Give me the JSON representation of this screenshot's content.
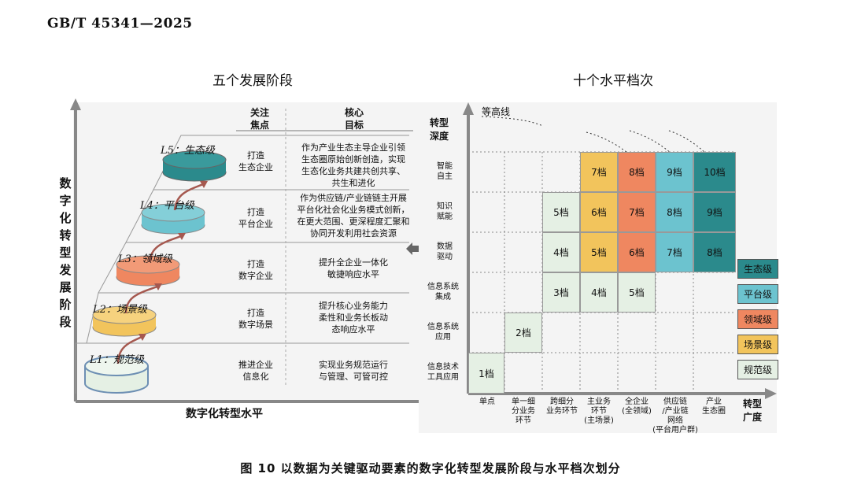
{
  "header": "GB/T 45341—2025",
  "left": {
    "title": "五个发展阶段",
    "y_axis_label": "数字化转型发展阶段",
    "x_axis_label": "数字化转型水平",
    "col_focus": "关注\n焦点",
    "col_goal": "核心\n目标",
    "levels": [
      {
        "name": "L5：生态级",
        "focus": "打造\n生态企业",
        "goal": "作为产业生态主导企业引领\n生态圈原始创新创造，实现\n生态化业务共建共创共享、\n共生和进化",
        "color": "#2b8a8c"
      },
      {
        "name": "L4：平台级",
        "focus": "打造\n平台企业",
        "goal": "作为供应链/产业链链主开展\n平台化社会化业务模式创新，\n在更大范围、更深程度汇聚和\n协同开发利用社会资源",
        "color": "#6cc3cf"
      },
      {
        "name": "L3：领域级",
        "focus": "打造\n数字企业",
        "goal": "提升全企业一体化\n敏捷响应水平",
        "color": "#ef8760"
      },
      {
        "name": "L2：场景级",
        "focus": "打造\n数字场景",
        "goal": "提升核心业务能力\n柔性和业务长板动\n态响应水平",
        "color": "#f2c45c"
      },
      {
        "name": "L1：规范级",
        "focus": "推进企业\n信息化",
        "goal": "实现业务规范运行\n与管理、可管可控",
        "color": "#e5f0e4"
      }
    ]
  },
  "right": {
    "title": "十个水平档次",
    "contour_label": "等高线",
    "depth_label": "转型\n深度",
    "breadth_label": "转型\n广度",
    "rows": [
      "智能\n自主",
      "知识\n赋能",
      "数据\n驱动",
      "信息系统\n集成",
      "信息系统\n应用",
      "信息技术\n工具应用"
    ],
    "cols": [
      "单点",
      "单一细\n分业务\n环节",
      "跨细分\n业务环节",
      "主业务\n环节\n(主场景)",
      "全企业\n(全领域)",
      "供应链\n/产业链\n网络\n(平台用户群)",
      "产业\n生态圈"
    ],
    "cells": [
      {
        "r": 0,
        "c": 3,
        "label": "7档",
        "level": "场景级"
      },
      {
        "r": 0,
        "c": 4,
        "label": "8档",
        "level": "领域级"
      },
      {
        "r": 0,
        "c": 5,
        "label": "9档",
        "level": "平台级"
      },
      {
        "r": 0,
        "c": 6,
        "label": "10档",
        "level": "生态级"
      },
      {
        "r": 1,
        "c": 2,
        "label": "5档",
        "level": "规范级"
      },
      {
        "r": 1,
        "c": 3,
        "label": "6档",
        "level": "场景级"
      },
      {
        "r": 1,
        "c": 4,
        "label": "7档",
        "level": "领域级"
      },
      {
        "r": 1,
        "c": 5,
        "label": "8档",
        "level": "平台级"
      },
      {
        "r": 1,
        "c": 6,
        "label": "9档",
        "level": "生态级"
      },
      {
        "r": 2,
        "c": 2,
        "label": "4档",
        "level": "规范级"
      },
      {
        "r": 2,
        "c": 3,
        "label": "5档",
        "level": "场景级"
      },
      {
        "r": 2,
        "c": 4,
        "label": "6档",
        "level": "领域级"
      },
      {
        "r": 2,
        "c": 5,
        "label": "7档",
        "level": "平台级"
      },
      {
        "r": 2,
        "c": 6,
        "label": "8档",
        "level": "生态级"
      },
      {
        "r": 3,
        "c": 2,
        "label": "3档",
        "level": "规范级"
      },
      {
        "r": 3,
        "c": 3,
        "label": "4档",
        "level": "规范级"
      },
      {
        "r": 3,
        "c": 4,
        "label": "5档",
        "level": "规范级"
      },
      {
        "r": 4,
        "c": 1,
        "label": "2档",
        "level": "规范级"
      },
      {
        "r": 5,
        "c": 0,
        "label": "1档",
        "level": "规范级"
      }
    ],
    "legend": [
      {
        "label": "生态级",
        "color": "#2b8a8c"
      },
      {
        "label": "平台级",
        "color": "#6cc3cf"
      },
      {
        "label": "领域级",
        "color": "#ef8760"
      },
      {
        "label": "场景级",
        "color": "#f2c45c"
      },
      {
        "label": "规范级",
        "color": "#e5f0e4"
      }
    ]
  },
  "caption": "图 10    以数据为关键驱动要素的数字化转型发展阶段与水平档次划分"
}
